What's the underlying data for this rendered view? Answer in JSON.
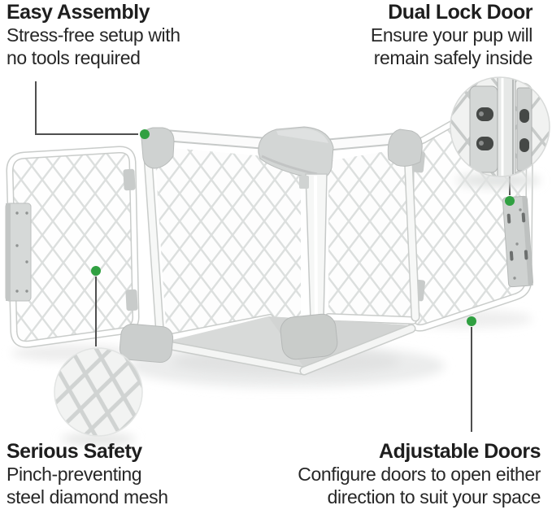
{
  "features": {
    "easy_assembly": {
      "title": "Easy Assembly",
      "line1": "Stress-free setup with",
      "line2": "no tools required"
    },
    "dual_lock_door": {
      "title": "Dual Lock Door",
      "line1": "Ensure your pup will",
      "line2": "remain safely inside"
    },
    "serious_safety": {
      "title": "Serious Safety",
      "line1": "Pinch-preventing",
      "line2": "steel diamond mesh"
    },
    "adjustable_doors": {
      "title": "Adjustable Doors",
      "line1": "Configure doors to open either",
      "line2": "direction to suit your space"
    }
  },
  "callouts": {
    "lock_detail": "dual-lock-mechanism-closeup",
    "mesh_detail": "steel-diamond-mesh-closeup"
  },
  "markers": {
    "style": "green-dot",
    "count": 4
  },
  "colors": {
    "accent_green": "#30a041",
    "text": "#1e1e1e",
    "leader_line": "#4f4f4f",
    "mesh_line": "#dcdfde",
    "frame_outline": "#c9ccca",
    "cap_gray": "#ced1d0",
    "floor_gray": "#d8dad9",
    "callout_bg": "#f1f2f1",
    "slot_dark": "#454846"
  }
}
